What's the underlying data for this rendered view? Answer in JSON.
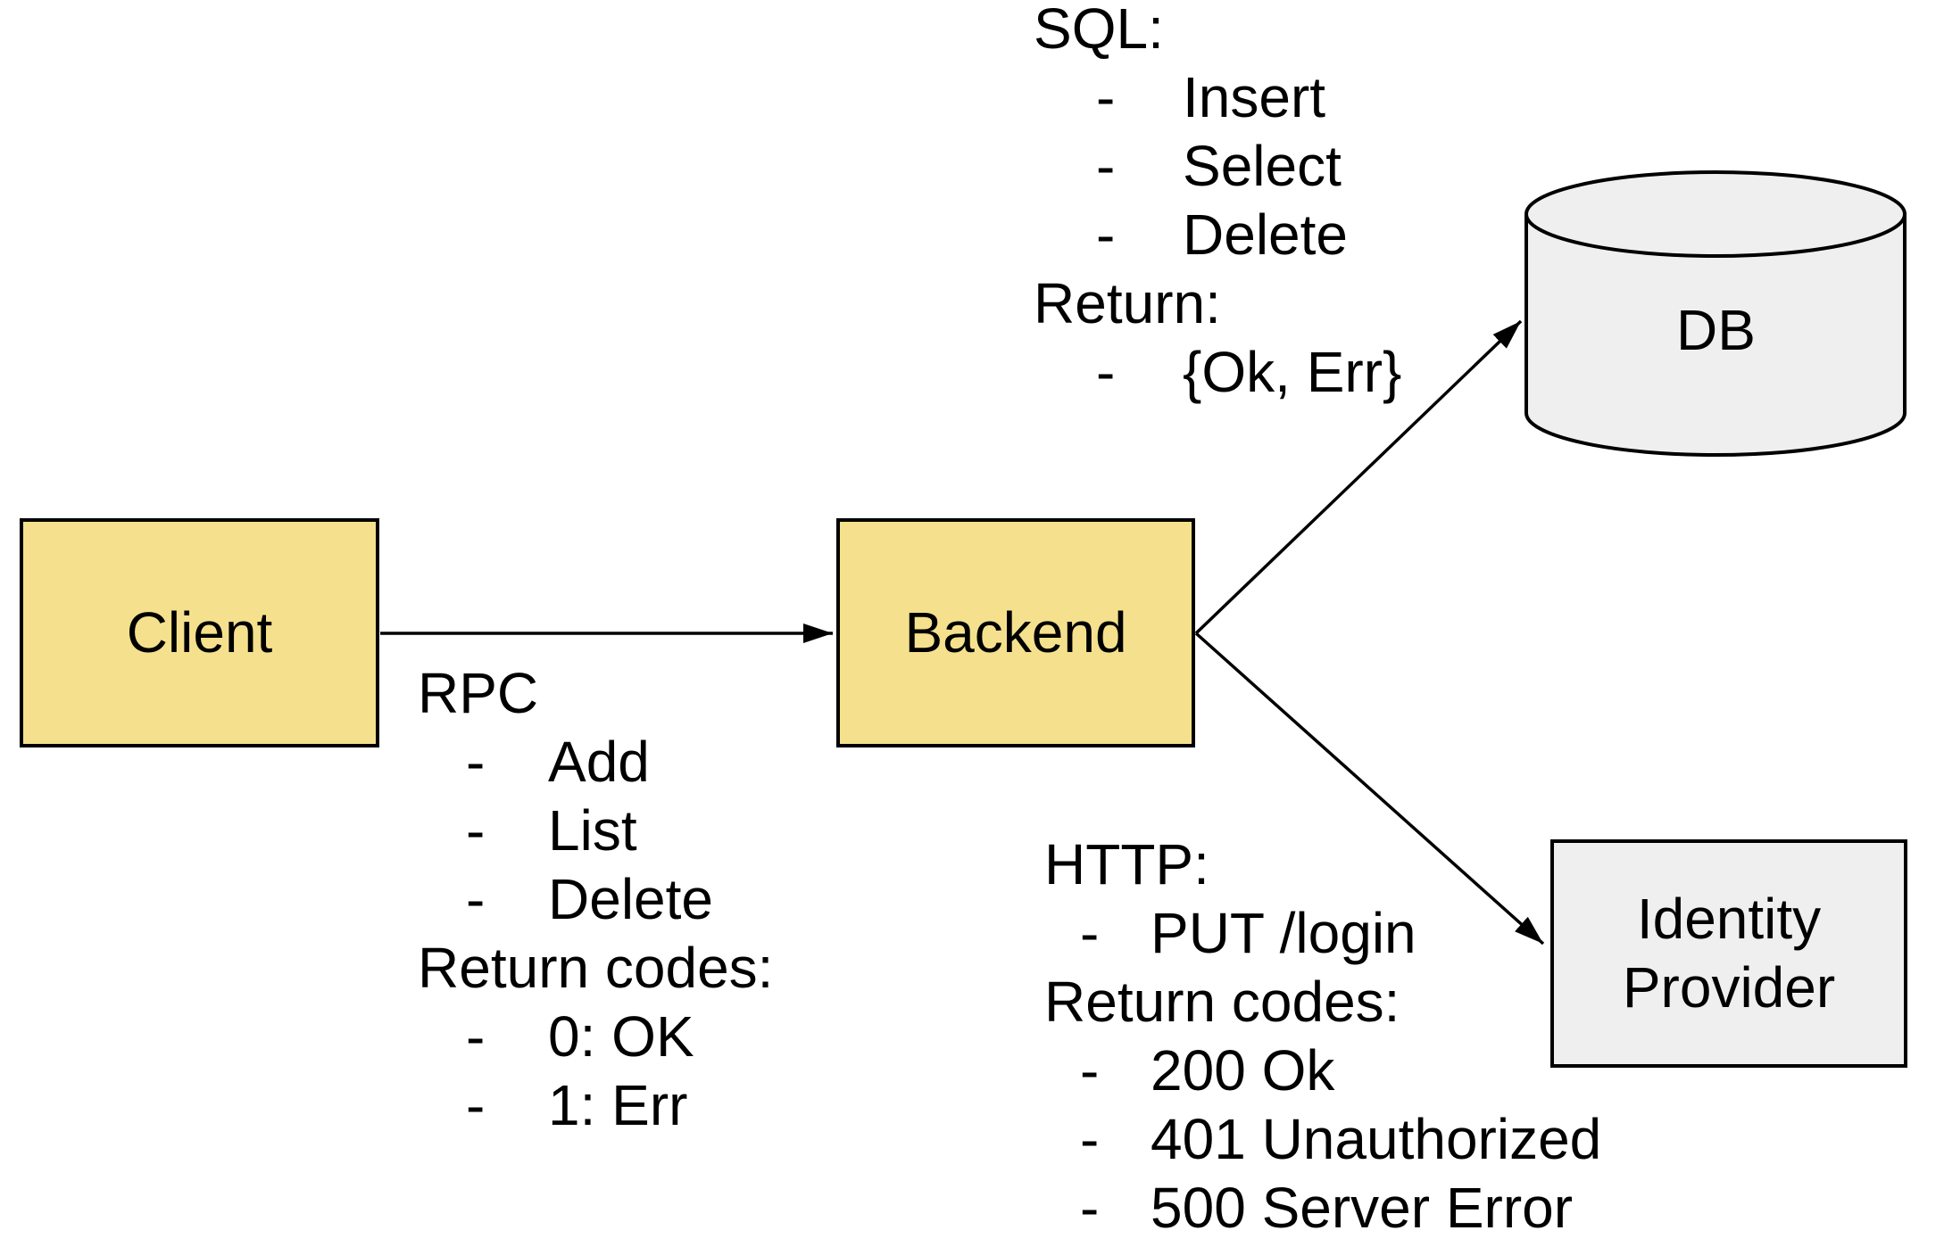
{
  "diagram": {
    "background": "#ffffff",
    "stroke_color": "#000000",
    "text_color": "#000000",
    "node_fill_yellow": "#f5e18d",
    "node_fill_gray": "#efefef"
  },
  "nodes": {
    "client": {
      "label": "Client",
      "shape": "rectangle",
      "fill": "#f5e18d"
    },
    "backend": {
      "label": "Backend",
      "shape": "rectangle",
      "fill": "#f5e18d"
    },
    "db": {
      "label": "DB",
      "shape": "cylinder",
      "fill": "#efefef"
    },
    "identity_provider": {
      "label": "Identity Provider",
      "shape": "rectangle",
      "fill": "#efefef"
    }
  },
  "edges": [
    {
      "from": "Client",
      "to": "Backend",
      "annotation": "rpc"
    },
    {
      "from": "Backend",
      "to": "DB",
      "annotation": "sql"
    },
    {
      "from": "Backend",
      "to": "Identity Provider",
      "annotation": "http"
    }
  ],
  "glyphs": {
    "bullet_dash": "-"
  },
  "annotations": {
    "sql": {
      "heading": "SQL:",
      "items": [
        "Insert",
        "Select",
        "Delete"
      ],
      "heading2": "Return:",
      "items2": [
        "{Ok, Err}"
      ]
    },
    "rpc": {
      "heading": "RPC",
      "items": [
        "Add",
        "List",
        "Delete"
      ],
      "heading2": "Return codes:",
      "items2": [
        "0: OK",
        "1: Err"
      ]
    },
    "http": {
      "heading": "HTTP:",
      "items": [
        "PUT /login"
      ],
      "heading2": "Return codes:",
      "items2": [
        "200 Ok",
        "401 Unauthorized",
        "500 Server Error"
      ]
    }
  }
}
